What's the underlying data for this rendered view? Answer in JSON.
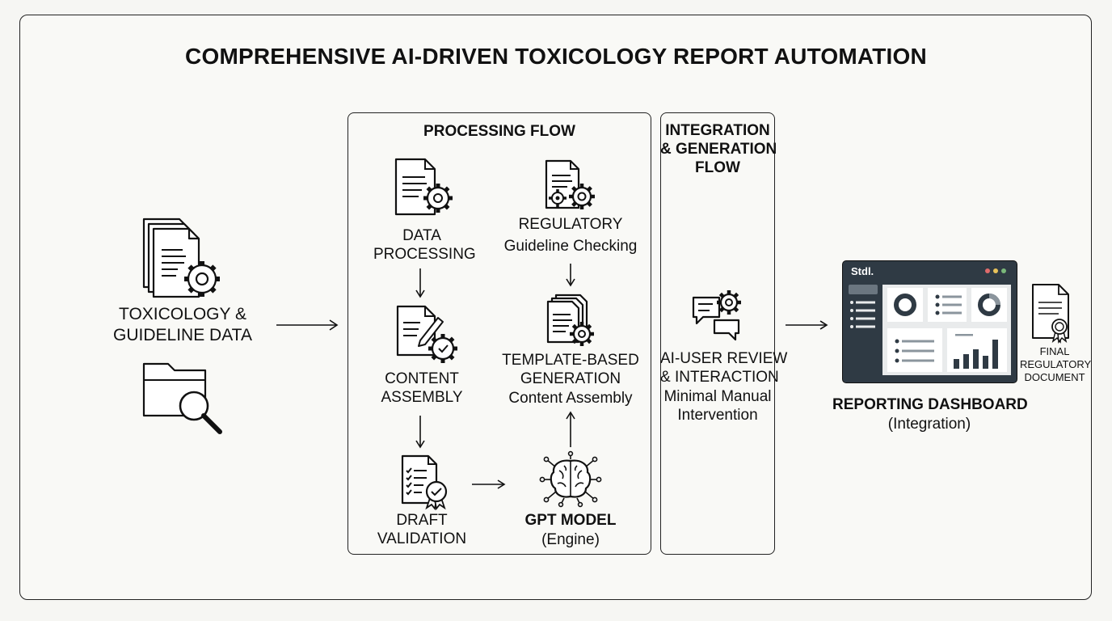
{
  "title": "COMPREHENSIVE AI-DRIVEN TOXICOLOGY REPORT AUTOMATION",
  "input": {
    "line1": "TOXICOLOGY &",
    "line2": "GUIDELINE DATA"
  },
  "processing": {
    "title": "PROCESSING FLOW",
    "data_processing": {
      "line1": "DATA",
      "line2": "PROCESSING"
    },
    "content_assembly": {
      "line1": "CONTENT",
      "line2": "ASSEMBLY"
    },
    "draft_validation": {
      "line1": "DRAFT",
      "line2": "VALIDATION"
    },
    "regulatory": {
      "line1": "REGULATORY",
      "line2": "Guideline Checking"
    },
    "template": {
      "line1": "TEMPLATE-BASED",
      "line2": "GENERATION",
      "line3": "Content Assembly"
    },
    "gpt": {
      "line1": "GPT MODEL",
      "line2": "(Engine)"
    }
  },
  "integration": {
    "title_line1": "INTEGRATION",
    "title_line2": "& GENERATION",
    "title_line3": "FLOW",
    "review": {
      "line1": "AI-USER REVIEW",
      "line2": "& INTERACTION",
      "line3": "Minimal Manual",
      "line4": "Intervention"
    }
  },
  "dashboard": {
    "window_label": "Stdl.",
    "title": "REPORTING DASHBOARD",
    "subtitle": "(Integration)"
  },
  "final_doc": {
    "line1": "FINAL",
    "line2": "REGULATORY",
    "line3": "DOCUMENT"
  },
  "colors": {
    "dashboard_bg": "#2f3a44",
    "dashboard_panel": "#e9ebec",
    "dot_red": "#e06b6b",
    "dot_yellow": "#e8c25a",
    "dot_green": "#7ab87a"
  }
}
